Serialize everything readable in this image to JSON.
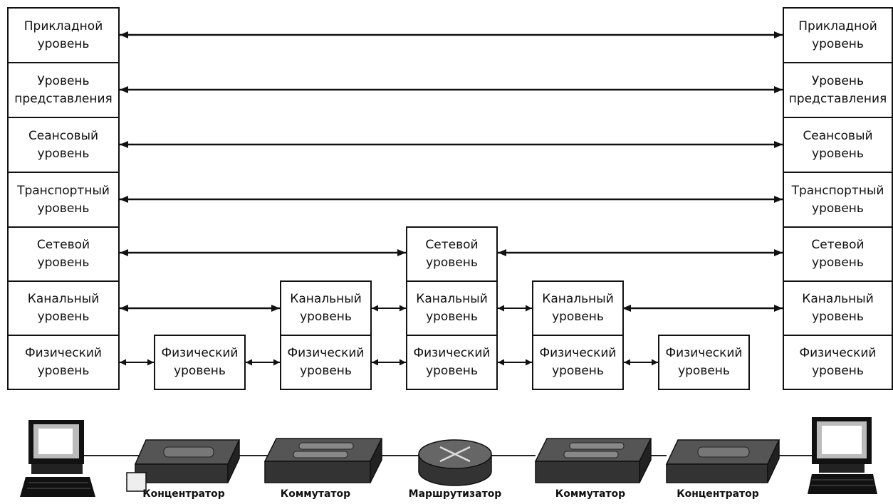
{
  "osi_left": [
    "Прикладной\nуровень",
    "Уровень\nпредставления",
    "Сеансовый\nуровень",
    "Транспортный\nуровень",
    "Сетевой\nуровень",
    "Канальный\nуровень",
    "Физический\nуровень"
  ],
  "osi_right": [
    "Прикладной\nуровень",
    "Уровень\nпредставления",
    "Сеансовый\nуровень",
    "Транспортный\nуровень",
    "Сетевой\nуровень",
    "Канальный\nуровень",
    "Физический\nуровень"
  ],
  "hub1": {
    "physical": "Физический\nуровень",
    "label": "Концентратор"
  },
  "switch1": {
    "data_link": "Канальный\nуровень",
    "physical": "Физический\nуровень",
    "label": "Коммутатор"
  },
  "router": {
    "network": "Сетевой\nуровень",
    "data_link": "Канальный\nуровень",
    "physical": "Физический\nуровень",
    "label": "Маршрутизатор"
  },
  "switch2": {
    "data_link": "Канальный\nуровень",
    "physical": "Физический\nуровень",
    "label": "Коммутатор"
  },
  "hub2": {
    "physical": "Физический\nуровень",
    "label": "Концентратор"
  }
}
